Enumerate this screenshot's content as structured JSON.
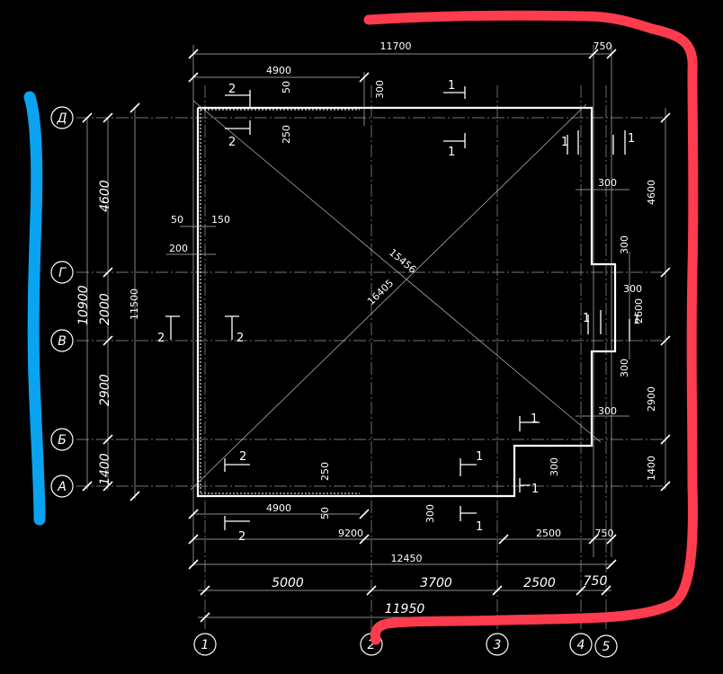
{
  "axes_letters": [
    "Д",
    "Г",
    "В",
    "Б",
    "А"
  ],
  "axes_numbers": [
    "1",
    "2",
    "3",
    "4",
    "5"
  ],
  "dims": {
    "top_total": "11700",
    "top_750": "750",
    "top_4900": "4900",
    "top_50": "50",
    "top_300": "300",
    "top_250": "250",
    "left_50": "50",
    "left_150": "150",
    "left_200": "200",
    "diag_a": "15456",
    "diag_b": "16405",
    "right_300a": "300",
    "right_300b": "300",
    "right_300c": "300",
    "right_300d": "300",
    "right_300e": "300",
    "right_4600": "4600",
    "right_2600": "2600",
    "right_2900": "2900",
    "right_1400": "1400",
    "left_4600": "4600",
    "left_2000": "2000",
    "left_2900": "2900",
    "left_1400": "1400",
    "left_10900": "10900",
    "left_11500": "11500",
    "bot_250": "250",
    "bot_4900": "4900",
    "bot_50": "50",
    "bot_300a": "300",
    "bot_300b": "300",
    "bot_9200": "9200",
    "bot_2500": "2500",
    "bot_750": "750",
    "bot_12450": "12450",
    "bottom_5000": "5000",
    "bottom_3700": "3700",
    "bottom_2500": "2500",
    "bottom_750": "750",
    "bottom_11950": "11950"
  },
  "section_marks": [
    "1",
    "2"
  ],
  "annotation_colors": {
    "red": "#ff3b4e",
    "blue": "#0aa3f0"
  }
}
